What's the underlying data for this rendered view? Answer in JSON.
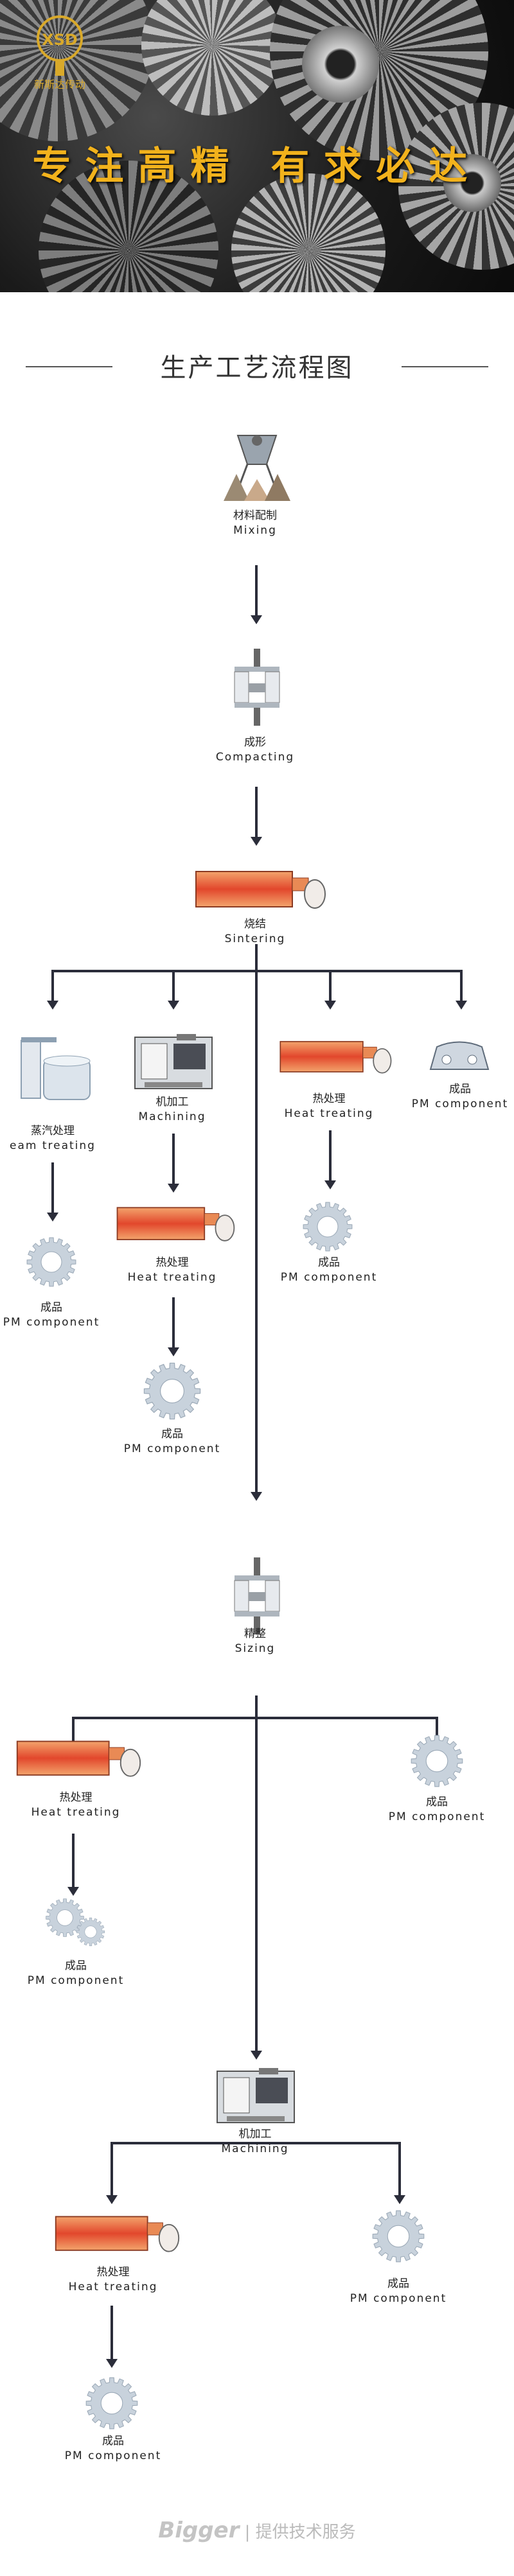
{
  "hero": {
    "brand_mark": "XSD",
    "brand_name": "新斯达传动",
    "slogan": "专注高精 有求必达"
  },
  "section_title": "生产工艺流程图",
  "steps": {
    "mixing": {
      "cn": "材料配制",
      "en": "Mixing"
    },
    "compacting": {
      "cn": "成形",
      "en": "Compacting"
    },
    "sintering": {
      "cn": "烧结",
      "en": "Sintering"
    },
    "steam1": {
      "cn": "蒸汽处理",
      "en": "eam treating"
    },
    "machining1": {
      "cn": "机加工",
      "en": "Machining"
    },
    "heat1": {
      "cn": "热处理",
      "en": "Heat treating"
    },
    "pm_right1": {
      "cn": "成品",
      "en": "PM component"
    },
    "pm_steam": {
      "cn": "成品",
      "en": "PM component"
    },
    "heat_mach": {
      "cn": "热处理",
      "en": "Heat treating"
    },
    "pm_heat1": {
      "cn": "成品",
      "en": "PM component"
    },
    "pm_mach": {
      "cn": "成品",
      "en": "PM component"
    },
    "sizing": {
      "cn": "精整",
      "en": "Sizing"
    },
    "heat2": {
      "cn": "热处理",
      "en": "Heat treating"
    },
    "pm_sizing": {
      "cn": "成品",
      "en": "PM component"
    },
    "pm_heat2": {
      "cn": "成品",
      "en": "PM component"
    },
    "machining2": {
      "cn": "机加工",
      "en": "Machining"
    },
    "heat3": {
      "cn": "热处理",
      "en": "Heat treating"
    },
    "pm_mach2": {
      "cn": "成品",
      "en": "PM component"
    },
    "pm_heat3": {
      "cn": "成品",
      "en": "PM component"
    }
  },
  "footer": {
    "brand": "Bigger",
    "tagline": "提供技术服务"
  },
  "colors": {
    "line": "#2b2d3a",
    "accent_gold": "#f2b21c",
    "furnace": "#e8623a",
    "gear": "#c8d2dc"
  }
}
